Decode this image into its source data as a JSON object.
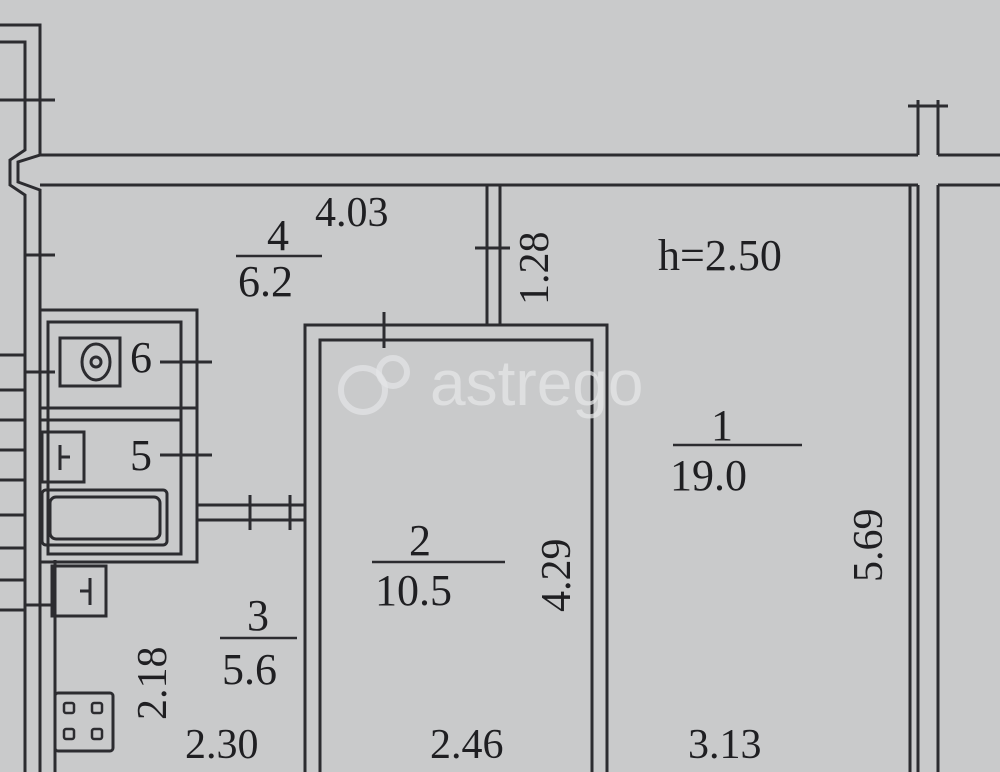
{
  "plan": {
    "ceiling_height": "h=2.50",
    "rooms": [
      {
        "number": "1",
        "area": "19.0"
      },
      {
        "number": "2",
        "area": "10.5"
      },
      {
        "number": "3",
        "area": "5.6"
      },
      {
        "number": "4",
        "area": "6.2"
      },
      {
        "number": "5"
      },
      {
        "number": "6"
      }
    ],
    "dimensions": {
      "hall_length": "4.03",
      "hall_width": "1.28",
      "room1_length": "5.69",
      "room2_length": "4.29",
      "kitchen_length": "2.18",
      "kitchen_width": "2.30",
      "room2_width": "2.46",
      "room1_width": "3.13"
    },
    "watermark": "astrego"
  },
  "colors": {
    "paper": "#c9cacb",
    "line": "#2c2c30",
    "watermark": "#e4e5e7"
  }
}
